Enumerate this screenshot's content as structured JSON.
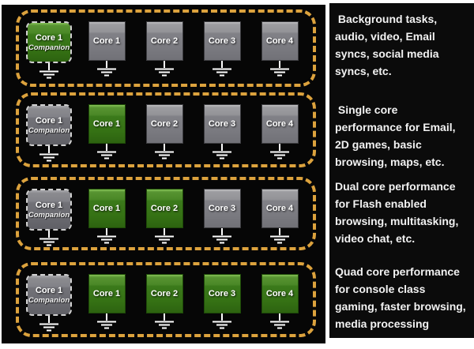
{
  "colors": {
    "dash": "#dca23d",
    "companion_dash": "#d0d0d0",
    "green_core": "#3b7a1b",
    "gray_core": "#85858a",
    "panel_bg": "#060606",
    "text": "#f2f2f2"
  },
  "rows": [
    {
      "description": " Background tasks,\naudio, video, Email\nsyncs, social media\nsyncs, etc.",
      "cores": [
        {
          "label": "Core 1",
          "sublabel": "Companion",
          "type": "companion",
          "active": true
        },
        {
          "label": "Core 1",
          "type": "main",
          "active": false
        },
        {
          "label": "Core 2",
          "type": "main",
          "active": false
        },
        {
          "label": "Core 3",
          "type": "main",
          "active": false
        },
        {
          "label": "Core 4",
          "type": "main",
          "active": false
        }
      ]
    },
    {
      "description": " Single core\nperformance for Email,\n2D games, basic\nbrowsing, maps, etc.",
      "cores": [
        {
          "label": "Core 1",
          "sublabel": "Companion",
          "type": "companion",
          "active": false
        },
        {
          "label": "Core 1",
          "type": "main",
          "active": true
        },
        {
          "label": "Core 2",
          "type": "main",
          "active": false
        },
        {
          "label": "Core 3",
          "type": "main",
          "active": false
        },
        {
          "label": "Core 4",
          "type": "main",
          "active": false
        }
      ]
    },
    {
      "description": "Dual core performance\nfor Flash enabled\nbrowsing, multitasking,\nvideo chat, etc.",
      "cores": [
        {
          "label": "Core 1",
          "sublabel": "Companion",
          "type": "companion",
          "active": false
        },
        {
          "label": "Core 1",
          "type": "main",
          "active": true
        },
        {
          "label": "Core 2",
          "type": "main",
          "active": true
        },
        {
          "label": "Core 3",
          "type": "main",
          "active": false
        },
        {
          "label": "Core 4",
          "type": "main",
          "active": false
        }
      ]
    },
    {
      "description": "Quad core performance\nfor console class\ngaming, faster browsing,\nmedia processing",
      "cores": [
        {
          "label": "Core 1",
          "sublabel": "Companion",
          "type": "companion",
          "active": false
        },
        {
          "label": "Core 1",
          "type": "main",
          "active": true
        },
        {
          "label": "Core 2",
          "type": "main",
          "active": true
        },
        {
          "label": "Core 3",
          "type": "main",
          "active": true
        },
        {
          "label": "Core 4",
          "type": "main",
          "active": true
        }
      ]
    }
  ]
}
